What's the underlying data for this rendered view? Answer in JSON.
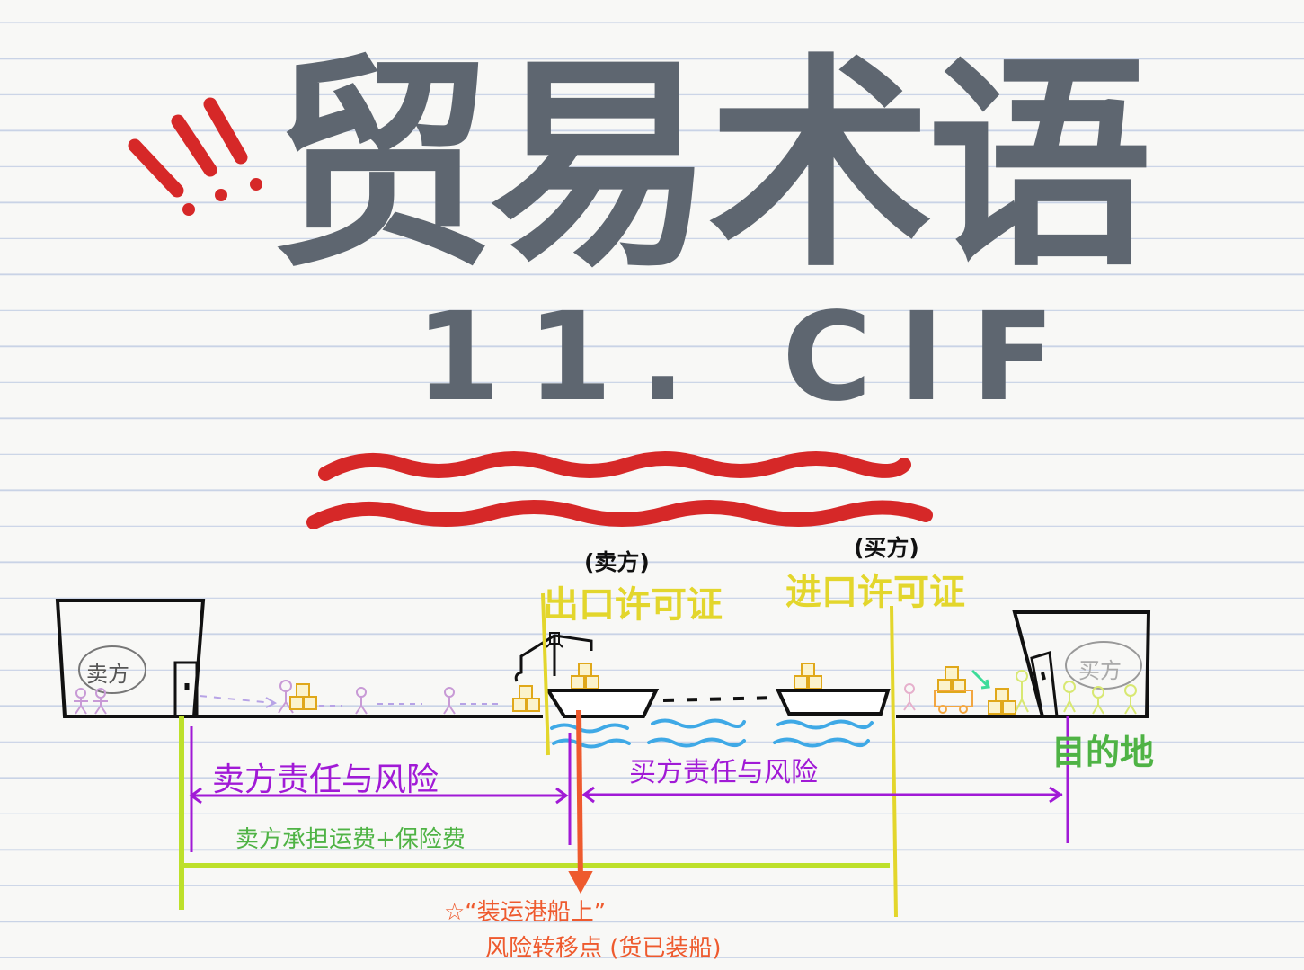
{
  "title": "贸易术语",
  "subtitle": "11. CIF",
  "diagram": {
    "seller_house_label": "卖方",
    "buyer_house_label": "买方",
    "export_party": "(卖方)",
    "export_label": "出口许可证",
    "import_party": "(买方)",
    "import_label": "进口许可证",
    "destination": "目的地",
    "seller_risk": "卖方责任与风险",
    "buyer_risk": "买方责任与风险",
    "seller_costs": "卖方承担运费+保险费",
    "transfer_point_line1": "☆“装运港船上”",
    "transfer_point_line2": "风险转移点 (货已装船)",
    "colors": {
      "title": "#5e6670",
      "accent_red": "#d62828",
      "export_import": "#e3d62c",
      "risk": "#a11ad6",
      "cost": "#4fb345",
      "transfer": "#ee5a2e",
      "water": "#3fa9e6"
    }
  }
}
